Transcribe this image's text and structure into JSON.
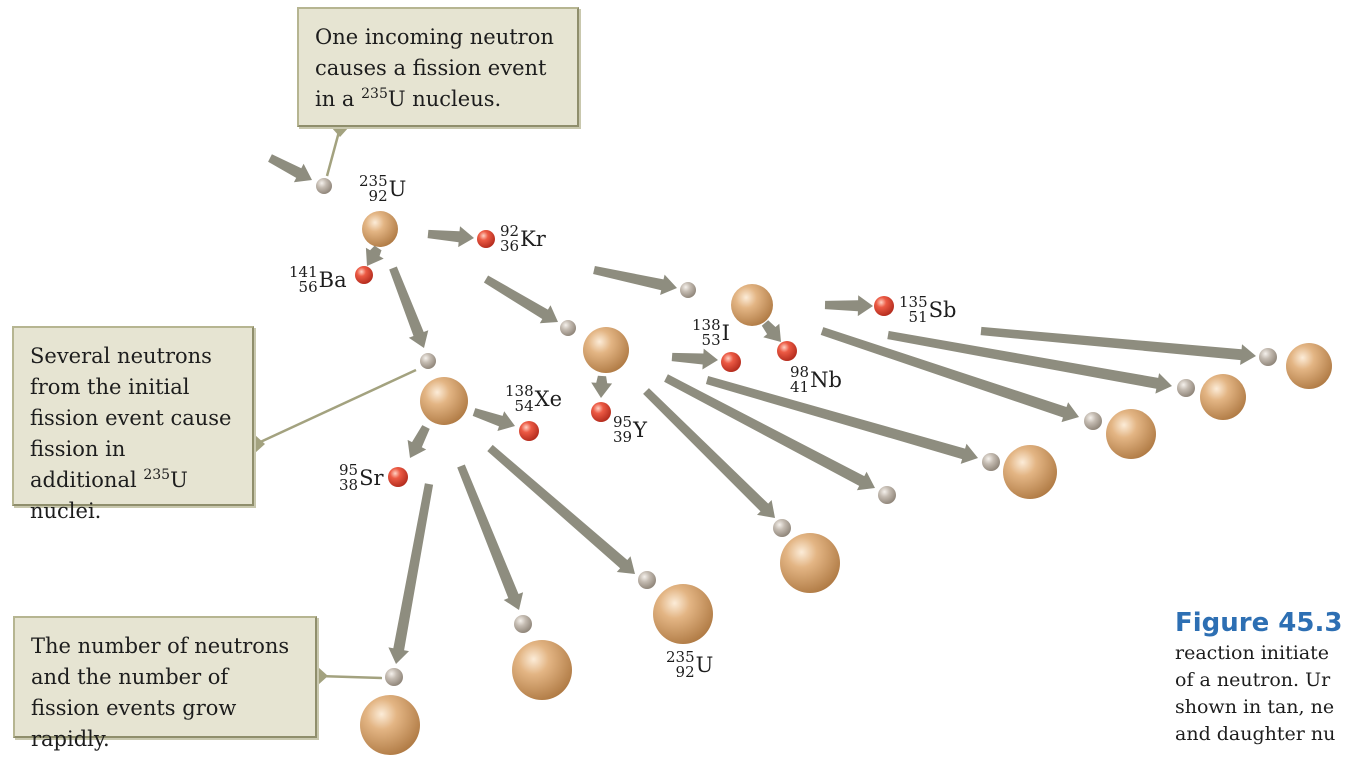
{
  "callouts": {
    "incoming_pre": "One incoming neutron causes a fission event in a ",
    "incoming_sup": "235",
    "incoming_post": "U nucleus.",
    "several_pre": "Several neutrons from the initial fission event cause fission in additional ",
    "several_sup": "235",
    "several_post": "U nuclei.",
    "growth": "The number of neutrons and the number of fission events grow rapidly."
  },
  "nuclides": {
    "u235_top": {
      "mass": "235",
      "atomic": "92",
      "symbol": "U"
    },
    "ba141": {
      "mass": "141",
      "atomic": "56",
      "symbol": "Ba"
    },
    "kr92": {
      "mass": "92",
      "atomic": "36",
      "symbol": "Kr"
    },
    "i138": {
      "mass": "138",
      "atomic": "53",
      "symbol": "I"
    },
    "nb98": {
      "mass": "98",
      "atomic": "41",
      "symbol": "Nb"
    },
    "sb135": {
      "mass": "135",
      "atomic": "51",
      "symbol": "Sb"
    },
    "xe138": {
      "mass": "138",
      "atomic": "54",
      "symbol": "Xe"
    },
    "y95": {
      "mass": "95",
      "atomic": "39",
      "symbol": "Y"
    },
    "sr95": {
      "mass": "95",
      "atomic": "38",
      "symbol": "Sr"
    },
    "u235_bottom": {
      "mass": "235",
      "atomic": "92",
      "symbol": "U"
    }
  },
  "caption": {
    "title": "Figure 45.3",
    "title_tail": "A",
    "lines": [
      "reaction initiate",
      "of a neutron. Ur",
      "shown in tan, ne",
      "and daughter nu"
    ]
  },
  "colors": {
    "uranium": "#d8a06a",
    "fragment": "#e0483a",
    "neutron": "#b9b0a4",
    "arrow": "#8e8d7f",
    "callout_bg": "#e6e4d2",
    "caption_blue": "#2d6fb3"
  }
}
